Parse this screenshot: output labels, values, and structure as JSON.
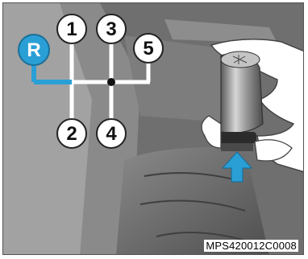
{
  "figure": {
    "caption_code": "MPS420012C0008",
    "shift_pattern": {
      "gears": [
        {
          "label": "R",
          "kind": "reverse"
        },
        {
          "label": "1",
          "kind": "forward"
        },
        {
          "label": "2",
          "kind": "forward"
        },
        {
          "label": "3",
          "kind": "forward"
        },
        {
          "label": "4",
          "kind": "forward"
        },
        {
          "label": "5",
          "kind": "forward"
        }
      ],
      "highlight_color": "#2a9fd6",
      "circle_fill": "#ffffff",
      "circle_stroke": "#222222"
    },
    "arrow": {
      "direction": "up",
      "color": "#2a9fd6"
    }
  }
}
